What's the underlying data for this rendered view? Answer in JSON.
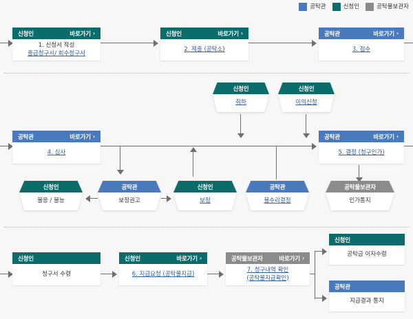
{
  "legend": {
    "items": [
      {
        "label": "공탁관",
        "color": "#4a79bd",
        "icon": "square-swatch"
      },
      {
        "label": "신청인",
        "color": "#0c6b6b",
        "icon": "square-swatch"
      },
      {
        "label": "공탁물보관자",
        "color": "#8b8b8b",
        "icon": "square-swatch"
      }
    ]
  },
  "common": {
    "goto_label": "바로가기",
    "chevron": "›"
  },
  "roles": {
    "applicant": "신청인",
    "officer": "공탁관",
    "custodian": "공탁물보관자"
  },
  "nodes": {
    "step1": {
      "role": "신청인",
      "goto": "바로가기",
      "line1": "1. 신청서 작성",
      "line2": "출급청구서/ 회수청구서"
    },
    "step2": {
      "role": "신청인",
      "goto": "바로가기",
      "line1": "2. 제출 (공탁소)"
    },
    "step3": {
      "role": "공탁관",
      "goto": "바로가기",
      "line1": "3. 접수"
    },
    "withdraw": {
      "role": "신청인",
      "line1": "취하"
    },
    "objection": {
      "role": "신청인",
      "line1": "이의신청"
    },
    "step4": {
      "role": "공탁관",
      "goto": "바로가기",
      "line1": "4. 심사"
    },
    "step5": {
      "role": "공탁관",
      "goto": "바로가기",
      "line1": "5. 결정 (청구인가)"
    },
    "noncompliance": {
      "role": "신청인",
      "line1": "불응 / 불능"
    },
    "correction_advice": {
      "role": "공탁관",
      "line1": "보정권고"
    },
    "correction": {
      "role": "신청인",
      "line1": "보정"
    },
    "rejection": {
      "role": "공탁관",
      "line1": "불수리결정"
    },
    "approval_notice": {
      "role": "공탁물보관자",
      "line1": "인가통지"
    },
    "receipt": {
      "role": "신청인",
      "line1": "청구서 수령"
    },
    "step6": {
      "role": "신청인",
      "goto": "바로가기",
      "line1": "6. 지급요청 (공탁물지급)"
    },
    "step7": {
      "role": "공탁물보관자",
      "goto": "바로가기",
      "line1": "7. 청구내역 확인",
      "line2": "(공탁물지급확인)"
    },
    "interest": {
      "role": "신청인",
      "line1": "공탁금 이자수령"
    },
    "result_notice": {
      "role": "공탁관",
      "line1": "지급결과 통지"
    }
  }
}
